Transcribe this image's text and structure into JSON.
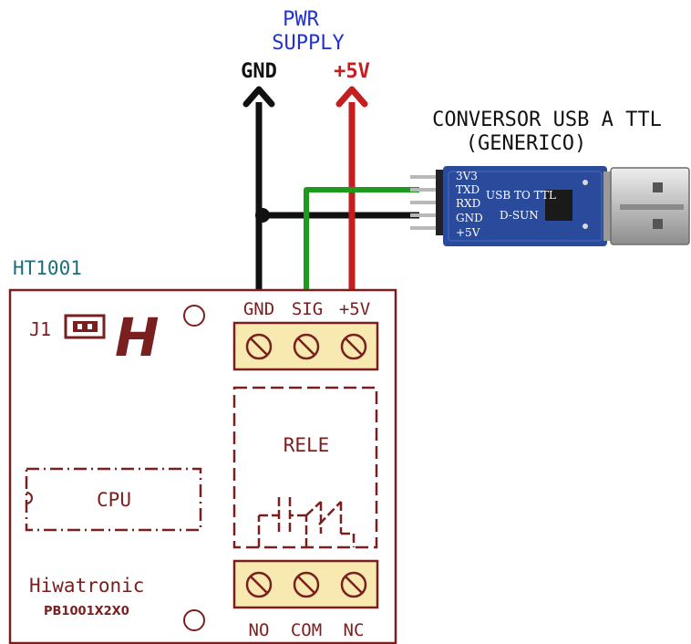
{
  "colors": {
    "board": "#7a1f1f",
    "terminal_fill": "#f7e9b0",
    "wire_black": "#111111",
    "wire_green": "#1e9a1e",
    "wire_red": "#c41e1e",
    "title_blue": "#2233cc",
    "module_label_teal": "#1e6e78",
    "usb_board": "#2a4a9c",
    "usb_connector": "#c8c8c8"
  },
  "power_supply": {
    "title_line1": "PWR",
    "title_line2": "SUPPLY",
    "gnd_label": "GND",
    "v5_label": "+5V"
  },
  "converter": {
    "title_line1": "CONVERSOR USB A TTL",
    "title_line2": "(GENERICO)",
    "pins": [
      "3V3",
      "TXD",
      "RXD",
      "GND",
      "+5V"
    ],
    "board_text1": "USB TO TTL",
    "board_text2": "D-SUN"
  },
  "module": {
    "name": "HT1001",
    "jumper_label": "J1",
    "logo_letter": "H",
    "cpu_label": "CPU",
    "relay_label": "RELE",
    "brand": "Hiwatronic",
    "part_number": "PB1001X2X0",
    "top_terminals": [
      "GND",
      "SIG",
      "+5V"
    ],
    "bottom_terminals": [
      "NO",
      "COM",
      "NC"
    ]
  }
}
